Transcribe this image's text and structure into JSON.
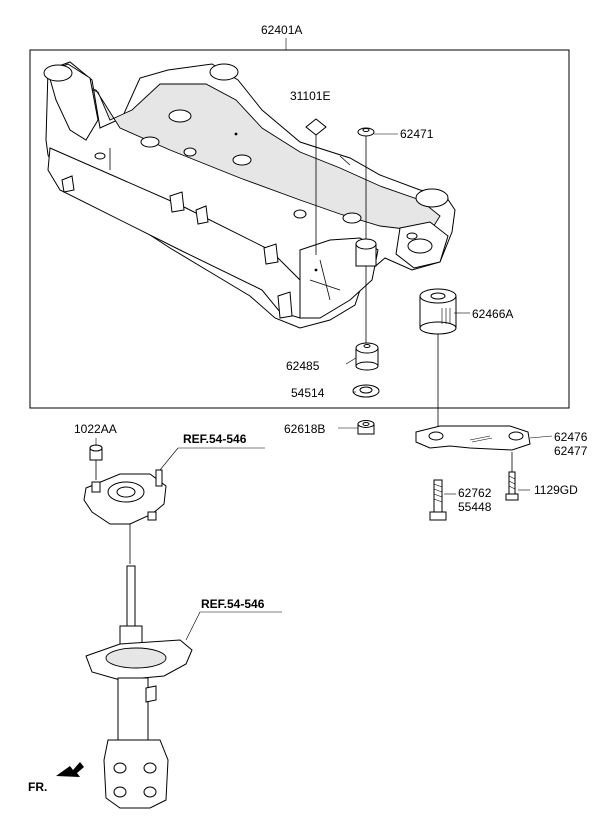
{
  "labels": {
    "subframe": "62401A",
    "item_31101e": "31101E",
    "item_62471": "62471",
    "item_62466a": "62466A",
    "item_62485": "62485",
    "item_54514": "54514",
    "item_62618b": "62618B",
    "item_1022aa": "1022AA",
    "ref_upper": "REF.54-546",
    "ref_lower": "REF.54-546",
    "item_62476": "62476",
    "item_62477": "62477",
    "item_62762": "62762",
    "item_55448": "55448",
    "item_1129gd": "1129GD",
    "front_marker": "FR."
  },
  "icons": {
    "front_arrow": "arrow-down-left-icon"
  }
}
